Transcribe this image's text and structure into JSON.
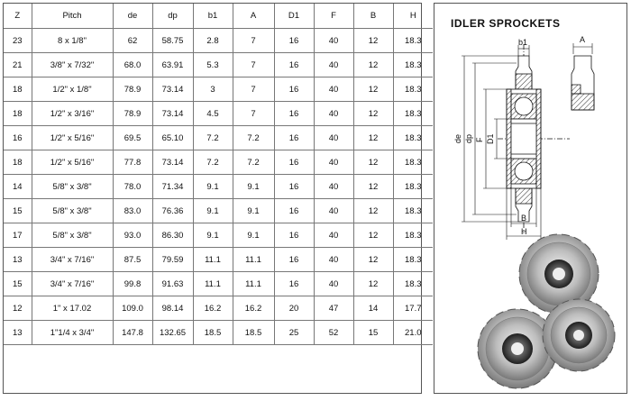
{
  "table": {
    "headers": [
      "Z",
      "Pitch",
      "de",
      "dp",
      "b1",
      "A",
      "D1",
      "F",
      "B",
      "H"
    ],
    "rows": [
      [
        "23",
        "8 x 1/8\"",
        "62",
        "58.75",
        "2.8",
        "7",
        "16",
        "40",
        "12",
        "18.3"
      ],
      [
        "21",
        "3/8\" x 7/32\"",
        "68.0",
        "63.91",
        "5.3",
        "7",
        "16",
        "40",
        "12",
        "18.3"
      ],
      [
        "18",
        "1/2\" x 1/8\"",
        "78.9",
        "73.14",
        "3",
        "7",
        "16",
        "40",
        "12",
        "18.3"
      ],
      [
        "18",
        "1/2\" x 3/16\"",
        "78.9",
        "73.14",
        "4.5",
        "7",
        "16",
        "40",
        "12",
        "18.3"
      ],
      [
        "16",
        "1/2\" x 5/16\"",
        "69.5",
        "65.10",
        "7.2",
        "7.2",
        "16",
        "40",
        "12",
        "18.3"
      ],
      [
        "18",
        "1/2\" x 5/16\"",
        "77.8",
        "73.14",
        "7.2",
        "7.2",
        "16",
        "40",
        "12",
        "18.3"
      ],
      [
        "14",
        "5/8\" x 3/8\"",
        "78.0",
        "71.34",
        "9.1",
        "9.1",
        "16",
        "40",
        "12",
        "18.3"
      ],
      [
        "15",
        "5/8\" x 3/8\"",
        "83.0",
        "76.36",
        "9.1",
        "9.1",
        "16",
        "40",
        "12",
        "18.3"
      ],
      [
        "17",
        "5/8\" x 3/8\"",
        "93.0",
        "86.30",
        "9.1",
        "9.1",
        "16",
        "40",
        "12",
        "18.3"
      ],
      [
        "13",
        "3/4\" x 7/16\"",
        "87.5",
        "79.59",
        "11.1",
        "11.1",
        "16",
        "40",
        "12",
        "18.3"
      ],
      [
        "15",
        "3/4\" x 7/16\"",
        "99.8",
        "91.63",
        "11.1",
        "11.1",
        "16",
        "40",
        "12",
        "18.3"
      ],
      [
        "12",
        "1\" x 17.02",
        "109.0",
        "98.14",
        "16.2",
        "16.2",
        "20",
        "47",
        "14",
        "17.7"
      ],
      [
        "13",
        "1\"1/4 x 3/4\"",
        "147.8",
        "132.65",
        "18.5",
        "18.5",
        "25",
        "52",
        "15",
        "21.0"
      ]
    ]
  },
  "panel": {
    "title": "IDLER  SPROCKETS"
  },
  "diagram": {
    "labels": {
      "b1": "b1",
      "A": "A",
      "de": "de",
      "dp": "dp",
      "F": "F",
      "D1": "D1",
      "B": "B",
      "H": "H"
    }
  }
}
